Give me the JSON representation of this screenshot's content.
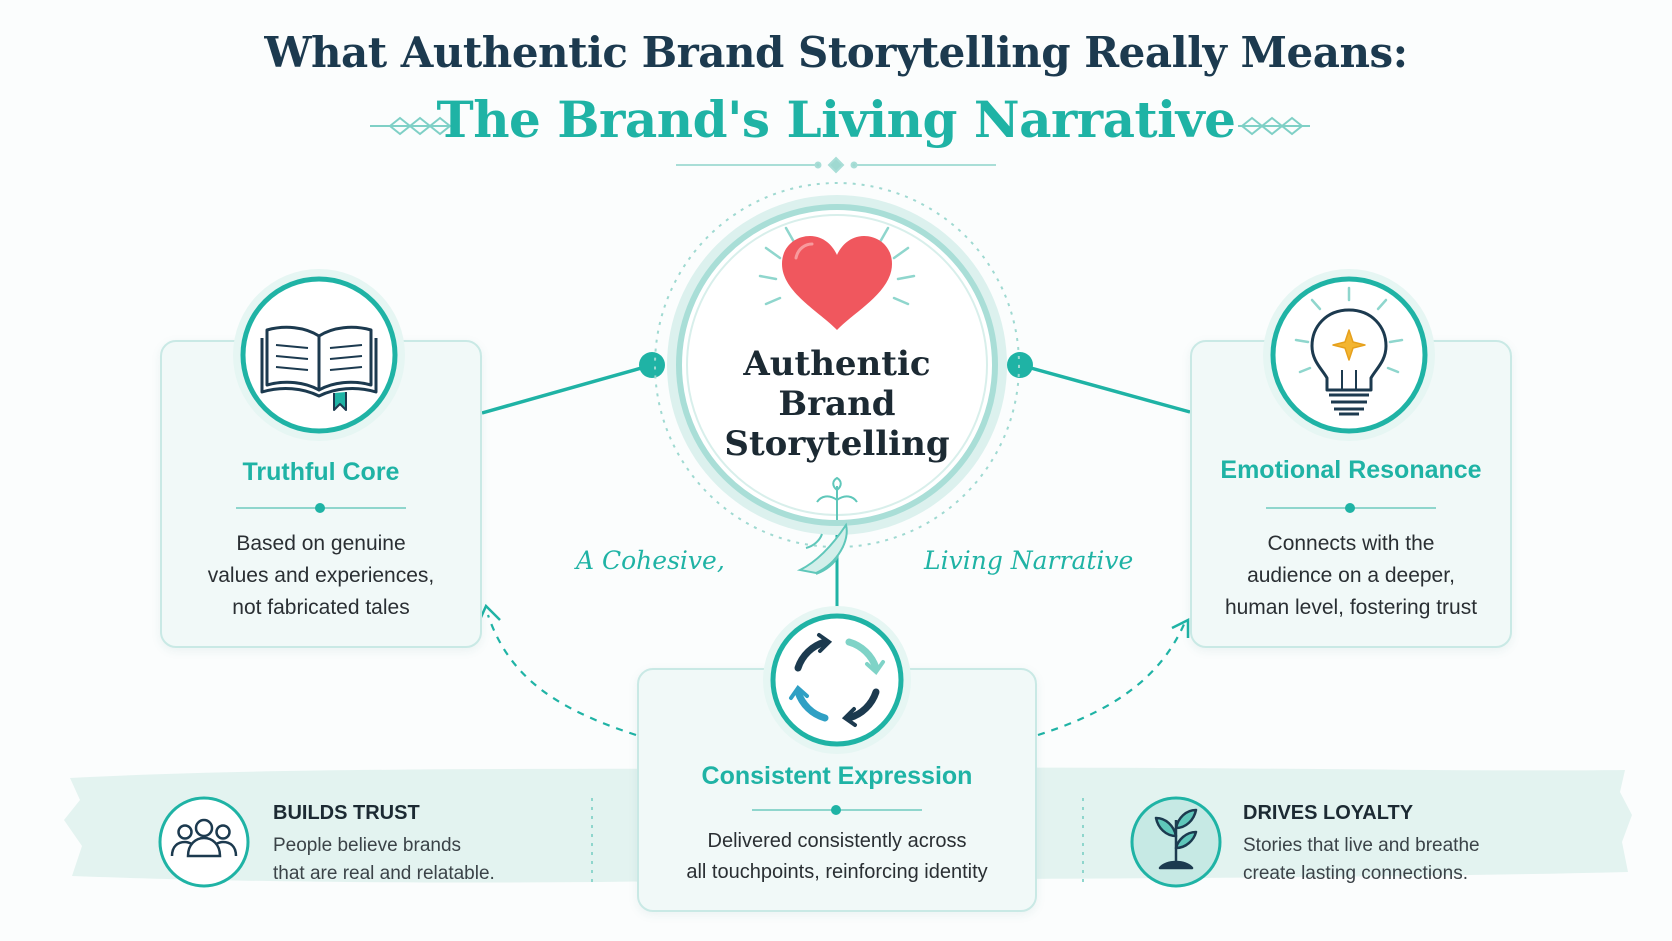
{
  "header": {
    "title": "What Authentic Brand Storytelling Really Means:",
    "subtitle": "The Brand's Living Narrative"
  },
  "center": {
    "title_lines": [
      "Authentic",
      "Brand",
      "Storytelling"
    ],
    "caption_left": "A Cohesive,",
    "caption_right": "Living Narrative"
  },
  "cards": {
    "truthful": {
      "title": "Truthful Core",
      "lines": [
        "Based on genuine",
        "values and experiences,",
        "not fabricated tales"
      ],
      "icon": "open-book-icon"
    },
    "emotional": {
      "title": "Emotional Resonance",
      "lines": [
        "Connects with the",
        "audience on a deeper,",
        "human level, fostering trust"
      ],
      "icon": "lightbulb-icon"
    },
    "consistent": {
      "title": "Consistent Expression",
      "lines": [
        "Delivered consistently across",
        "all touchpoints, reinforcing identity"
      ],
      "icon": "cycle-arrows-icon"
    }
  },
  "benefits": {
    "trust": {
      "title": "BUILDS TRUST",
      "lines": [
        "People believe brands",
        "that are real and relatable."
      ],
      "icon": "people-icon"
    },
    "loyalty": {
      "title": "DRIVES LOYALTY",
      "lines": [
        "Stories that live and breathe",
        "create lasting connections."
      ],
      "icon": "sprout-icon"
    }
  },
  "colors": {
    "teal": "#1fb3a5",
    "navy": "#1c3a4f",
    "heart": "#f0575e",
    "card_bg": "#f1f9f8",
    "card_border": "#c9e9e5",
    "band": "#e3f3f0"
  }
}
